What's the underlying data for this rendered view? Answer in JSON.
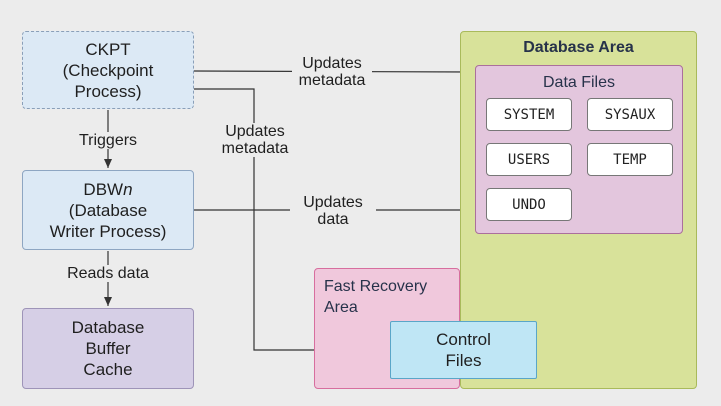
{
  "nodes": {
    "ckpt": "CKPT\n(Checkpoint\nProcess)",
    "dbwn_main": "DBW",
    "dbwn_italic": "n",
    "dbwn_rest": "(Database\nWriter Process)",
    "buffer": "Database\nBuffer\nCache",
    "db_area": "Database Area",
    "data_files": "Data Files",
    "fra": "Fast Recovery\nArea",
    "control": "Control\nFiles"
  },
  "files": [
    "SYSTEM",
    "SYSAUX",
    "USERS",
    "TEMP",
    "UNDO"
  ],
  "edges": {
    "ckpt_to_data": "Updates\nmetadata",
    "ckpt_to_control": "Updates\nmetadata",
    "triggers": "Triggers",
    "dbwn_to_data": "Updates\ndata",
    "reads": "Reads data"
  },
  "colors": {
    "process": "#dce9f5",
    "buffer": "#d6cfe6",
    "database_area": "#d8e29a",
    "data_files": "#e3c6dd",
    "fast_recovery_area": "#f0c8dc",
    "control_files": "#bfe6f5"
  }
}
